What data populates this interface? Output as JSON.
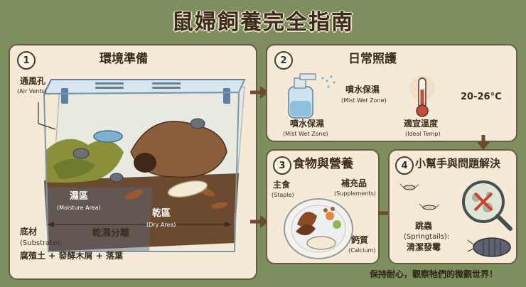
{
  "title": "鼠婦飼養完全指南",
  "section1": {
    "num": "1",
    "title": "環境準備",
    "vents_zh": "通風孔",
    "vents_en": "(Air Vents)",
    "moist_zh": "濕區",
    "moist_en": "(Moisture Area)",
    "dry_zh": "乾區",
    "dry_en": "(Dry Area)",
    "split": "乾濕分離",
    "substrate_zh": "底材",
    "substrate_en": "(Substrate):",
    "substrate_items": "腐殖土 + 發酵木屑 + 落葉"
  },
  "section2": {
    "num": "2",
    "title": "日常照護",
    "mist_a_zh": "噴水保濕",
    "mist_a_en": "(Mist Wet Zone)",
    "mist_b_zh": "噴水保濕",
    "mist_b_en": "(Mist Wet Zone)",
    "temp_range": "20-26°C",
    "temp_zh": "適宜溫度",
    "temp_en": "(Ideal Temp)"
  },
  "section3": {
    "num": "3",
    "title": "食物與營養",
    "staple_zh": "主食",
    "staple_en": "(Staple)",
    "supp_zh": "補充品",
    "supp_en": "(Supplements)",
    "calcium_zh": "鈣質",
    "calcium_en": "(Calcium)"
  },
  "section4": {
    "num": "4",
    "title": "小幫手與問題解決",
    "spring_zh": "跳蟲",
    "spring_en": "(Springtails):",
    "spring_desc": "清潔發霉"
  },
  "footer": "保持耐心，觀察牠們的微觀世界！",
  "colors": {
    "background": "#7d8f5e",
    "card": "#f4ead5",
    "border": "#6b5a44",
    "soil": "#6b4a30",
    "moss": "#8a8f3a",
    "lid": "#5b7fa8"
  }
}
